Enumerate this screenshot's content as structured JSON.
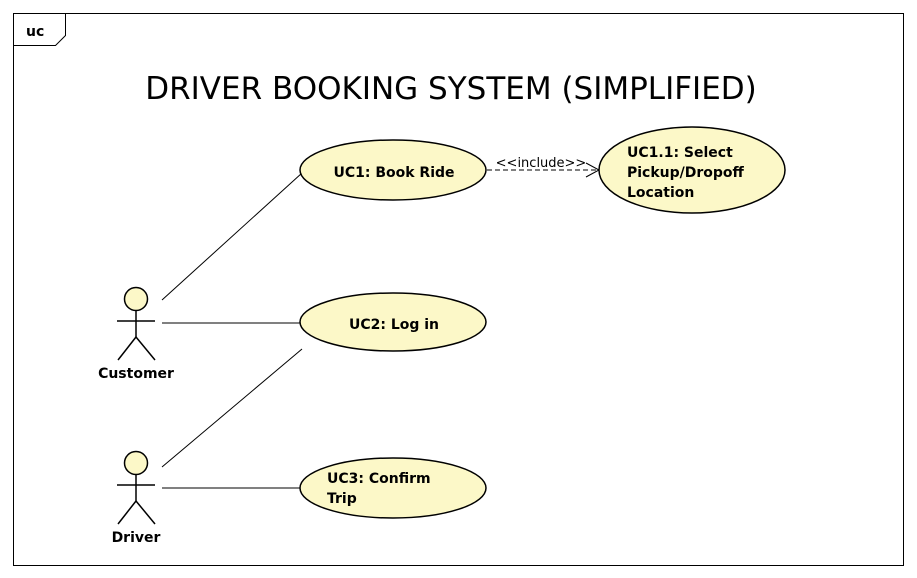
{
  "frame": {
    "tag": "uc"
  },
  "title": "DRIVER BOOKING SYSTEM (SIMPLIFIED)",
  "actors": {
    "customer": "Customer",
    "driver": "Driver"
  },
  "use_cases": {
    "uc1": [
      "UC1: Book Ride"
    ],
    "uc11": [
      "UC1.1: Select",
      "Pickup/Dropoff",
      "Location"
    ],
    "uc2": [
      "UC2: Log in"
    ],
    "uc3": [
      "UC3: Confirm",
      "Trip"
    ]
  },
  "relationships": {
    "include_label": "<<include>>"
  },
  "colors": {
    "usecase_fill": "#fcf8c8",
    "stroke": "#000000"
  }
}
